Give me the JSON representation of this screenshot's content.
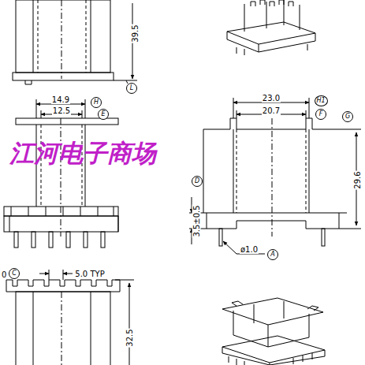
{
  "diagram": {
    "nodes": [
      {
        "text": [
          "L"
        ]
      },
      {
        "text": [
          "H"
        ]
      },
      {
        "text": [
          "E"
        ]
      },
      {
        "text": [
          "H1"
        ]
      },
      {
        "text": [
          "F"
        ]
      },
      {
        "text": [
          "G"
        ]
      },
      {
        "text": [
          "D"
        ]
      },
      {
        "text": [
          "A"
        ]
      },
      {
        "text": [
          "C"
        ]
      }
    ],
    "labels": [
      "39.5",
      "14.9",
      "12.5",
      "江河电子商场",
      "23.0",
      "20.7",
      "29.6",
      "3.5±0.5",
      "ø1.0",
      "0",
      "5.0 TYP",
      "32.5"
    ]
  }
}
